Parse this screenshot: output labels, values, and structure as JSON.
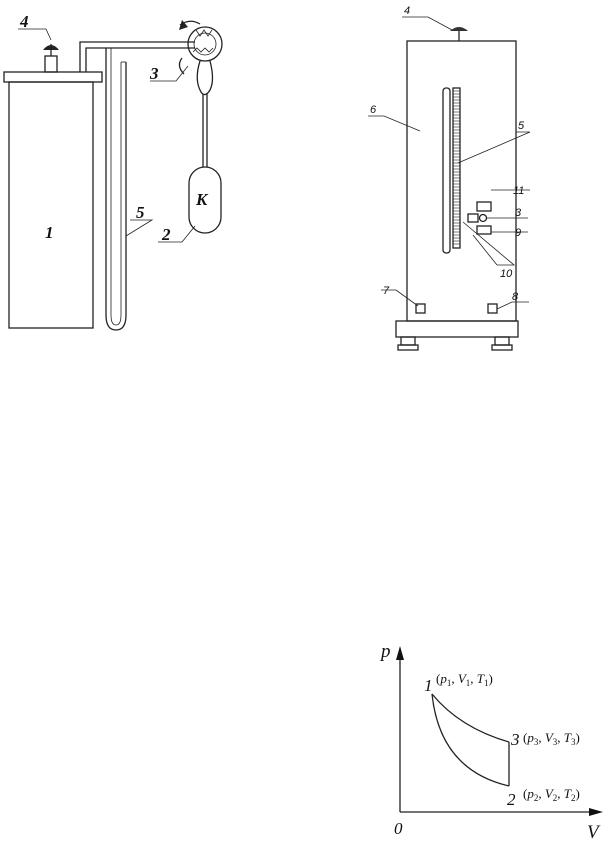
{
  "figure_left": {
    "labels": {
      "vessel": "1",
      "bulb": "2",
      "pump": "3",
      "valve": "4",
      "manometer": "5",
      "bulb_letter": "K"
    }
  },
  "figure_right": {
    "labels": {
      "valve": "4",
      "manometer": "5",
      "housing": "6",
      "item_7": "7",
      "item_8": "8",
      "item_9": "9",
      "item_10": "10",
      "item_11": "11",
      "item_3": "3"
    }
  },
  "pv_diagram": {
    "axis_y": "p",
    "axis_x": "V",
    "origin": "0",
    "points": [
      {
        "id": "1",
        "p": "p",
        "p_sub": "1",
        "v": "V",
        "v_sub": "1",
        "t": "T",
        "t_sub": "1"
      },
      {
        "id": "3",
        "p": "p",
        "p_sub": "3",
        "v": "V",
        "v_sub": "3",
        "t": "T",
        "t_sub": "3"
      },
      {
        "id": "2",
        "p": "p",
        "p_sub": "2",
        "v": "V",
        "v_sub": "2",
        "t": "T",
        "t_sub": "2"
      }
    ]
  }
}
